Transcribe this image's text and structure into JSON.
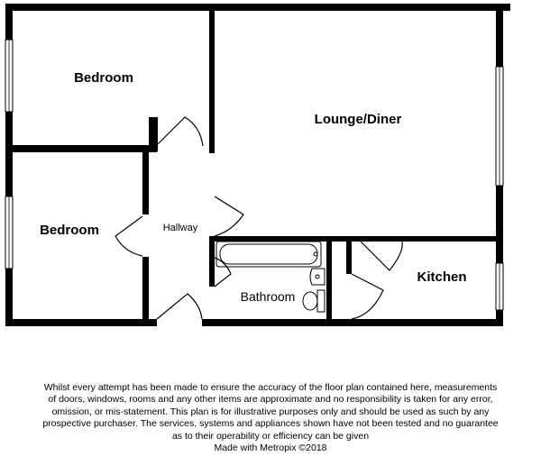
{
  "rooms": {
    "bedroom_top": "Bedroom",
    "bedroom_left": "Bedroom",
    "hallway": "Hallway",
    "lounge": "Lounge/Diner",
    "bathroom": "Bathroom",
    "kitchen": "Kitchen"
  },
  "disclaimer": {
    "lines": [
      "Whilst every attempt has been made to ensure the accuracy of the floor plan contained here, measurements",
      "of doors, windows, rooms and any other items are approximate and no responsibility is taken for any error,",
      "omission, or mis-statement. This plan is for illustrative purposes only and should be used as such by any",
      "prospective purchaser. The services, systems and appliances shown have not been tested and no guarantee",
      "as to their operability or efficiency can be given"
    ],
    "credit": "Made with Metropix ©2018"
  }
}
